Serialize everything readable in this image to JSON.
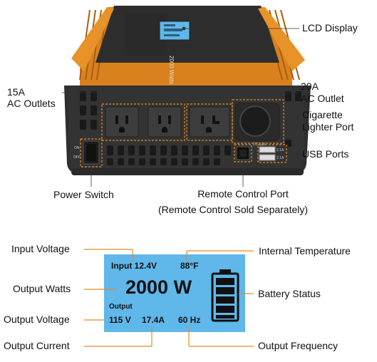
{
  "top_diagram": {
    "callouts": {
      "lcd_display": "LCD Display",
      "ac_outlets_15a_line1": "15A",
      "ac_outlets_15a_line2": "AC Outlets",
      "ac_outlet_20a_line1": "20A",
      "ac_outlet_20a_line2": "AC Outlet",
      "cigarette_line1": "Cigarette",
      "cigarette_line2": "Lighter Port",
      "usb_ports": "USB Ports",
      "power_switch": "Power Switch",
      "remote_port_line1": "Remote Control Port",
      "remote_port_line2": "(Remote Control Sold Separately)"
    },
    "device": {
      "top_model_text": "2000 Watts",
      "switch_on": "ON",
      "switch_off": "OFF",
      "usb_rating_1": "2.1A",
      "usb_rating_2": "2.1A",
      "remote_label": "DC 12V"
    },
    "colors": {
      "heatsink": "#e58a24",
      "body": "#2b2b2b",
      "face": "#3a3a3a",
      "screen": "#5fb7ea"
    }
  },
  "lcd_panel": {
    "input": "Input 12.4V",
    "temperature": "88°F",
    "watts": "2000 W",
    "output_label": "Output",
    "output_voltage": "115 V",
    "output_current": "17.4A",
    "output_frequency": "60 Hz",
    "colors": {
      "screen": "#5fb7ea",
      "text": "#111111"
    }
  },
  "lcd_callouts": {
    "input_voltage": "Input Voltage",
    "output_watts": "Output Watts",
    "output_voltage": "Output Voltage",
    "output_current": "Output Current",
    "internal_temperature": "Internal Temperature",
    "battery_status": "Battery Status",
    "output_frequency": "Output Frequency"
  }
}
